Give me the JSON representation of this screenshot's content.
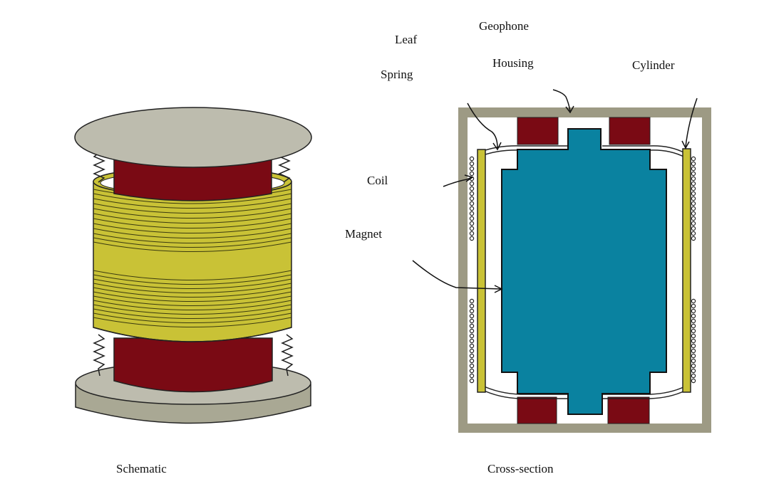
{
  "labels": {
    "geophone": "Geophone",
    "leaf": "Leaf",
    "housing": "Housing",
    "cylinder": "Cylinder",
    "spring": "Spring",
    "coil": "Coil",
    "magnet": "Magnet",
    "schematic": "Schematic",
    "cross_section": "Cross-section"
  },
  "colors": {
    "plate": "#bdbcae",
    "magnet_red": "#7a0a14",
    "coil_yellow": "#c9c236",
    "housing_gray": "#9d9a84",
    "magnet_blue": "#0a82a0"
  }
}
